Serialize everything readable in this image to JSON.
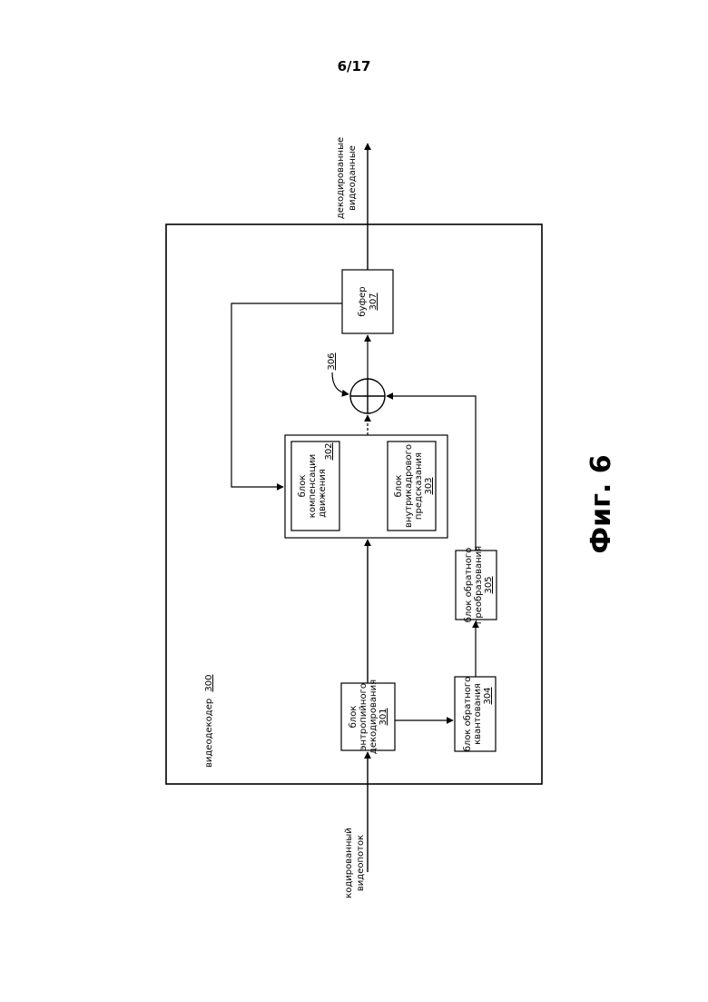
{
  "page_number": "6/17",
  "figure_caption": "Фиг. 6",
  "decoder": {
    "label": "видеодекодер",
    "number": "300"
  },
  "input": {
    "line1": "кодированный",
    "line2": "видеопоток"
  },
  "output": {
    "line1": "декодированные",
    "line2": "видеоданные"
  },
  "blocks": {
    "entropy": {
      "line1": "блок",
      "line2": "энтропийного",
      "line3": "декодирования",
      "number": "301"
    },
    "motion_comp": {
      "line1": "блок",
      "line2": "компенсации",
      "line3": "движения",
      "number": "302"
    },
    "intra_pred": {
      "line1": "блок",
      "line2": "внутрикадрового",
      "line3": "предсказания",
      "number": "303"
    },
    "inv_quant": {
      "line1": "блок обратного",
      "line2": "квантования",
      "number": "304"
    },
    "inv_transform": {
      "line1": "блок обратного",
      "line2": "преобразования",
      "number": "305"
    },
    "buffer": {
      "line1": "буфер",
      "number": "307"
    }
  },
  "summer": {
    "number": "306"
  }
}
